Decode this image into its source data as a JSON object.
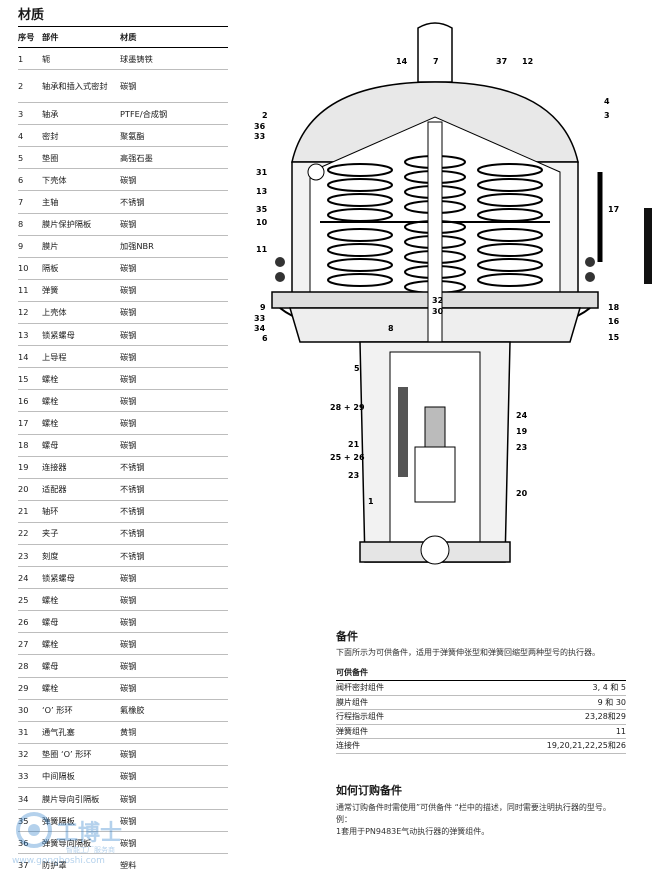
{
  "materials": {
    "title": "材质",
    "headers": [
      "序号",
      "部件",
      "材质"
    ],
    "rows": [
      [
        "1",
        "轭",
        "球墨铸铁"
      ],
      [
        "2",
        "轴承和插入式密封",
        "碳钢"
      ],
      [
        "3",
        "轴承",
        "PTFE/合成钢"
      ],
      [
        "4",
        "密封",
        "聚氨酯"
      ],
      [
        "5",
        "垫圈",
        "高强石墨"
      ],
      [
        "6",
        "下壳体",
        "碳钢"
      ],
      [
        "7",
        "主轴",
        "不锈钢"
      ],
      [
        "8",
        "膜片保护隔板",
        "碳钢"
      ],
      [
        "9",
        "膜片",
        "加强NBR"
      ],
      [
        "10",
        "隔板",
        "碳钢"
      ],
      [
        "11",
        "弹簧",
        "碳钢"
      ],
      [
        "12",
        "上壳体",
        "碳钢"
      ],
      [
        "13",
        "锁紧螺母",
        "碳钢"
      ],
      [
        "14",
        "上导程",
        "碳钢"
      ],
      [
        "15",
        "螺栓",
        "碳钢"
      ],
      [
        "16",
        "螺栓",
        "碳钢"
      ],
      [
        "17",
        "螺栓",
        "碳钢"
      ],
      [
        "18",
        "螺母",
        "碳钢"
      ],
      [
        "19",
        "连接器",
        "不锈钢"
      ],
      [
        "20",
        "适配器",
        "不锈钢"
      ],
      [
        "21",
        "轴环",
        "不锈钢"
      ],
      [
        "22",
        "夹子",
        "不锈钢"
      ],
      [
        "23",
        "刻度",
        "不锈钢"
      ],
      [
        "24",
        "锁紧螺母",
        "碳钢"
      ],
      [
        "25",
        "螺栓",
        "碳钢"
      ],
      [
        "26",
        "螺母",
        "碳钢"
      ],
      [
        "27",
        "螺栓",
        "碳钢"
      ],
      [
        "28",
        "螺母",
        "碳钢"
      ],
      [
        "29",
        "螺栓",
        "碳钢"
      ],
      [
        "30",
        "‘O’ 形环",
        "氟橡胶"
      ],
      [
        "31",
        "通气孔塞",
        "黄铜"
      ],
      [
        "32",
        "垫圈 ‘O’ 形环",
        "碳钢"
      ],
      [
        "33",
        "中间隔板",
        "碳钢"
      ],
      [
        "34",
        "膜片导向引隔板",
        "碳钢"
      ],
      [
        "35",
        "弹簧隔板",
        "碳钢"
      ],
      [
        "36",
        "弹簧导向隔板",
        "碳钢"
      ],
      [
        "37",
        "防护罩",
        "塑料"
      ]
    ]
  },
  "diagram": {
    "callouts_left": [
      "14",
      "2",
      "36",
      "33",
      "31",
      "13",
      "35",
      "10",
      "11",
      "9",
      "33",
      "34",
      "6",
      "5",
      "28 + 29",
      "21",
      "25 + 26",
      "23",
      "1"
    ],
    "callouts_right": [
      "7",
      "37",
      "12",
      "4",
      "3",
      "17",
      "18",
      "16",
      "15",
      "24",
      "19",
      "23",
      "20"
    ],
    "callouts_center": [
      "32",
      "30",
      "8"
    ]
  },
  "spares": {
    "title": "备件",
    "description": "下面所示为可供备件，适用于弹簧伸张型和弹簧回缩型两种型号的执行器。",
    "subtitle": "可供备件",
    "rows": [
      [
        "阀杆密封组件",
        "3, 4 和 5"
      ],
      [
        "膜片组件",
        "9 和 30"
      ],
      [
        "行程指示组件",
        "23,28和29"
      ],
      [
        "弹簧组件",
        "11"
      ],
      [
        "连接件",
        "19,20,21,22,25和26"
      ]
    ]
  },
  "ordering": {
    "title": "如何订购备件",
    "text1": "通常订购备件时需使用”可供备件 “栏中的描述，同时需要注明执行器的型号。",
    "text2": "例：",
    "text3": "1套用于PN9483E气动执行器的弹簧组件。"
  },
  "watermark": {
    "brand": "工博士",
    "tagline": "智能工厂服务商",
    "site": "www.gongboshi.com"
  },
  "colors": {
    "text": "#1a1a1a",
    "rule": "#bdbdbd",
    "watermark": "#2b7ec9"
  }
}
